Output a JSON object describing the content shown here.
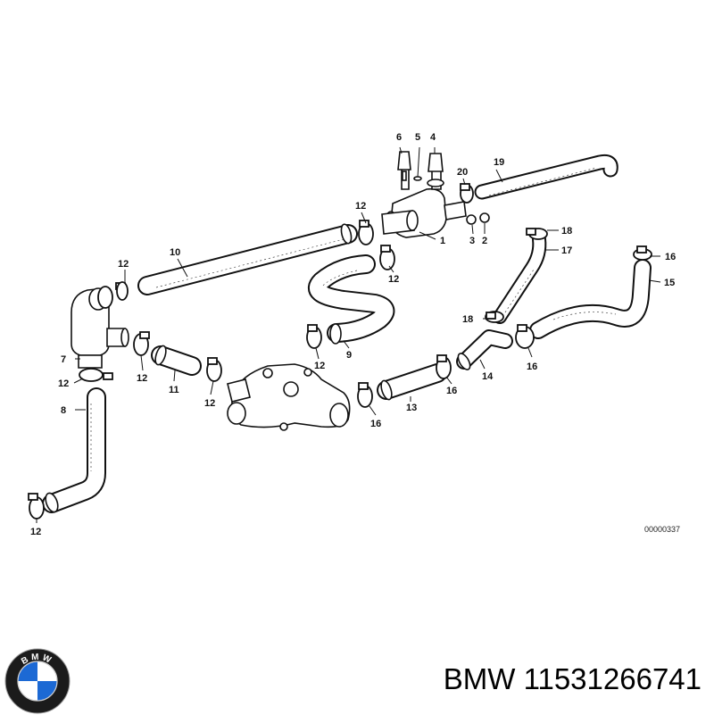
{
  "diagram": {
    "reference_code": "00000337",
    "callouts": [
      "1",
      "2",
      "3",
      "4",
      "5",
      "6",
      "7",
      "8",
      "9",
      "10",
      "11",
      "12",
      "13",
      "14",
      "15",
      "16",
      "17",
      "18",
      "19",
      "20"
    ],
    "colors": {
      "line": "#111111",
      "background": "#ffffff"
    }
  },
  "footer": {
    "brand": "BMW",
    "part_number": "11531266741",
    "logo_icon": "bmw-roundel-icon",
    "logo_letters": "BMW",
    "logo_colors": {
      "ring": "#1b1b1b",
      "blue": "#1c69d4",
      "white": "#ffffff"
    }
  }
}
